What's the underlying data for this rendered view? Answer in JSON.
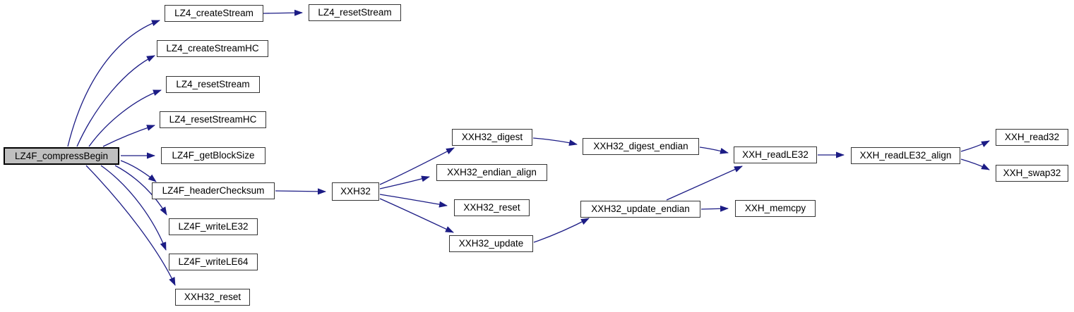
{
  "diagram": {
    "type": "call-graph",
    "root_function": "LZ4F_compressBegin",
    "colors": {
      "background": "#ffffff",
      "edge": "#1c1c85",
      "node_fill": "#ffffff",
      "node_border": "#353535",
      "highlight_fill": "#bfbfbf",
      "highlight_border": "#000000",
      "text": "#000000"
    },
    "nodes": [
      {
        "id": "lz4f_compressbegin",
        "label": "LZ4F_compressBegin",
        "highlighted": true
      },
      {
        "id": "lz4_createstream",
        "label": "LZ4_createStream",
        "highlighted": false
      },
      {
        "id": "lz4_resetstream_top",
        "label": "LZ4_resetStream",
        "highlighted": false
      },
      {
        "id": "lz4_createstreamhc",
        "label": "LZ4_createStreamHC",
        "highlighted": false
      },
      {
        "id": "lz4_resetstream",
        "label": "LZ4_resetStream",
        "highlighted": false
      },
      {
        "id": "lz4_resetstreamhc",
        "label": "LZ4_resetStreamHC",
        "highlighted": false
      },
      {
        "id": "lz4f_getblocksize",
        "label": "LZ4F_getBlockSize",
        "highlighted": false
      },
      {
        "id": "lz4f_headerchecksum",
        "label": "LZ4F_headerChecksum",
        "highlighted": false
      },
      {
        "id": "lz4f_writele32",
        "label": "LZ4F_writeLE32",
        "highlighted": false
      },
      {
        "id": "lz4f_writele64",
        "label": "LZ4F_writeLE64",
        "highlighted": false
      },
      {
        "id": "xxh32_reset_left",
        "label": "XXH32_reset",
        "highlighted": false
      },
      {
        "id": "xxh32",
        "label": "XXH32",
        "highlighted": false
      },
      {
        "id": "xxh32_digest",
        "label": "XXH32_digest",
        "highlighted": false
      },
      {
        "id": "xxh32_endian_align",
        "label": "XXH32_endian_align",
        "highlighted": false
      },
      {
        "id": "xxh32_reset_mid",
        "label": "XXH32_reset",
        "highlighted": false
      },
      {
        "id": "xxh32_update",
        "label": "XXH32_update",
        "highlighted": false
      },
      {
        "id": "xxh32_digest_endian",
        "label": "XXH32_digest_endian",
        "highlighted": false
      },
      {
        "id": "xxh32_update_endian",
        "label": "XXH32_update_endian",
        "highlighted": false
      },
      {
        "id": "xxh_readle32",
        "label": "XXH_readLE32",
        "highlighted": false
      },
      {
        "id": "xxh_memcpy",
        "label": "XXH_memcpy",
        "highlighted": false
      },
      {
        "id": "xxh_readle32_align",
        "label": "XXH_readLE32_align",
        "highlighted": false
      },
      {
        "id": "xxh_read32",
        "label": "XXH_read32",
        "highlighted": false
      },
      {
        "id": "xxh_swap32",
        "label": "XXH_swap32",
        "highlighted": false
      }
    ],
    "edges": [
      {
        "from": "lz4f_compressbegin",
        "to": "lz4_createstream"
      },
      {
        "from": "lz4f_compressbegin",
        "to": "lz4_createstreamhc"
      },
      {
        "from": "lz4f_compressbegin",
        "to": "lz4_resetstream"
      },
      {
        "from": "lz4f_compressbegin",
        "to": "lz4_resetstreamhc"
      },
      {
        "from": "lz4f_compressbegin",
        "to": "lz4f_getblocksize"
      },
      {
        "from": "lz4f_compressbegin",
        "to": "lz4f_headerchecksum"
      },
      {
        "from": "lz4f_compressbegin",
        "to": "lz4f_writele32"
      },
      {
        "from": "lz4f_compressbegin",
        "to": "lz4f_writele64"
      },
      {
        "from": "lz4f_compressbegin",
        "to": "xxh32_reset_left"
      },
      {
        "from": "lz4_createstream",
        "to": "lz4_resetstream_top"
      },
      {
        "from": "lz4f_headerchecksum",
        "to": "xxh32"
      },
      {
        "from": "xxh32",
        "to": "xxh32_digest"
      },
      {
        "from": "xxh32",
        "to": "xxh32_endian_align"
      },
      {
        "from": "xxh32",
        "to": "xxh32_reset_mid"
      },
      {
        "from": "xxh32",
        "to": "xxh32_update"
      },
      {
        "from": "xxh32_digest",
        "to": "xxh32_digest_endian"
      },
      {
        "from": "xxh32_update",
        "to": "xxh32_update_endian"
      },
      {
        "from": "xxh32_digest_endian",
        "to": "xxh_readle32"
      },
      {
        "from": "xxh32_update_endian",
        "to": "xxh_readle32"
      },
      {
        "from": "xxh32_update_endian",
        "to": "xxh_memcpy"
      },
      {
        "from": "xxh_readle32",
        "to": "xxh_readle32_align"
      },
      {
        "from": "xxh_readle32_align",
        "to": "xxh_read32"
      },
      {
        "from": "xxh_readle32_align",
        "to": "xxh_swap32"
      }
    ]
  }
}
